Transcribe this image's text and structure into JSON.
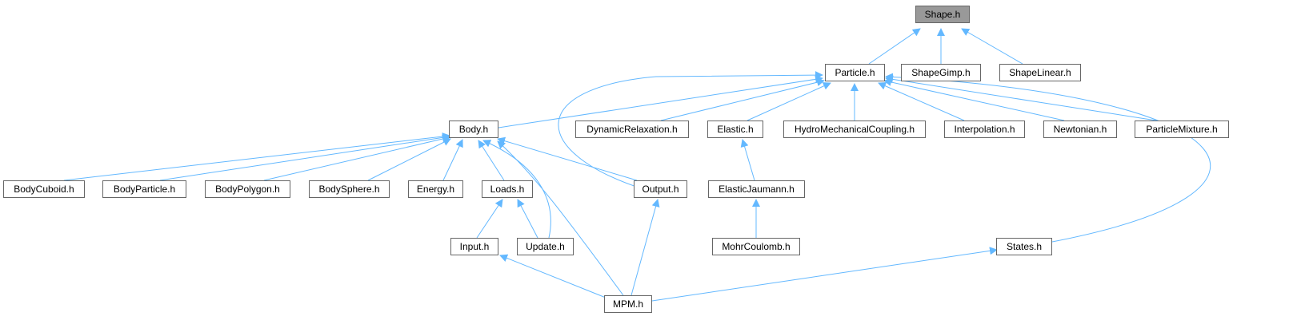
{
  "graph": {
    "root": "shape",
    "colors": {
      "edge": "#63b8ff",
      "node_border": "#666666",
      "root_fill": "#999999",
      "node_fill": "#ffffff"
    },
    "nodes": {
      "shape": "Shape.h",
      "particle": "Particle.h",
      "shapegimp": "ShapeGimp.h",
      "shapelinear": "ShapeLinear.h",
      "body": "Body.h",
      "dynamicrelaxation": "DynamicRelaxation.h",
      "elastic": "Elastic.h",
      "hydromechanicalcoupling": "HydroMechanicalCoupling.h",
      "interpolation": "Interpolation.h",
      "newtonian": "Newtonian.h",
      "particlemixture": "ParticleMixture.h",
      "bodycuboid": "BodyCuboid.h",
      "bodyparticle": "BodyParticle.h",
      "bodypolygon": "BodyPolygon.h",
      "bodysphere": "BodySphere.h",
      "energy": "Energy.h",
      "loads": "Loads.h",
      "output": "Output.h",
      "elasticjaumann": "ElasticJaumann.h",
      "input": "Input.h",
      "update": "Update.h",
      "mohrcoulomb": "MohrCoulomb.h",
      "states": "States.h",
      "mpm": "MPM.h"
    },
    "edges": [
      [
        "shape",
        "particle"
      ],
      [
        "shape",
        "shapegimp"
      ],
      [
        "shape",
        "shapelinear"
      ],
      [
        "particle",
        "body"
      ],
      [
        "particle",
        "dynamicrelaxation"
      ],
      [
        "particle",
        "elastic"
      ],
      [
        "particle",
        "hydromechanicalcoupling"
      ],
      [
        "particle",
        "interpolation"
      ],
      [
        "particle",
        "newtonian"
      ],
      [
        "particle",
        "particlemixture"
      ],
      [
        "particle",
        "output"
      ],
      [
        "particle",
        "states"
      ],
      [
        "body",
        "bodycuboid"
      ],
      [
        "body",
        "bodyparticle"
      ],
      [
        "body",
        "bodypolygon"
      ],
      [
        "body",
        "bodysphere"
      ],
      [
        "body",
        "energy"
      ],
      [
        "body",
        "loads"
      ],
      [
        "body",
        "output"
      ],
      [
        "body",
        "update"
      ],
      [
        "body",
        "mpm"
      ],
      [
        "elastic",
        "elasticjaumann"
      ],
      [
        "elasticjaumann",
        "mohrcoulomb"
      ],
      [
        "loads",
        "input"
      ],
      [
        "loads",
        "update"
      ],
      [
        "output",
        "mpm"
      ],
      [
        "input",
        "mpm"
      ],
      [
        "states",
        "mpm"
      ]
    ]
  }
}
